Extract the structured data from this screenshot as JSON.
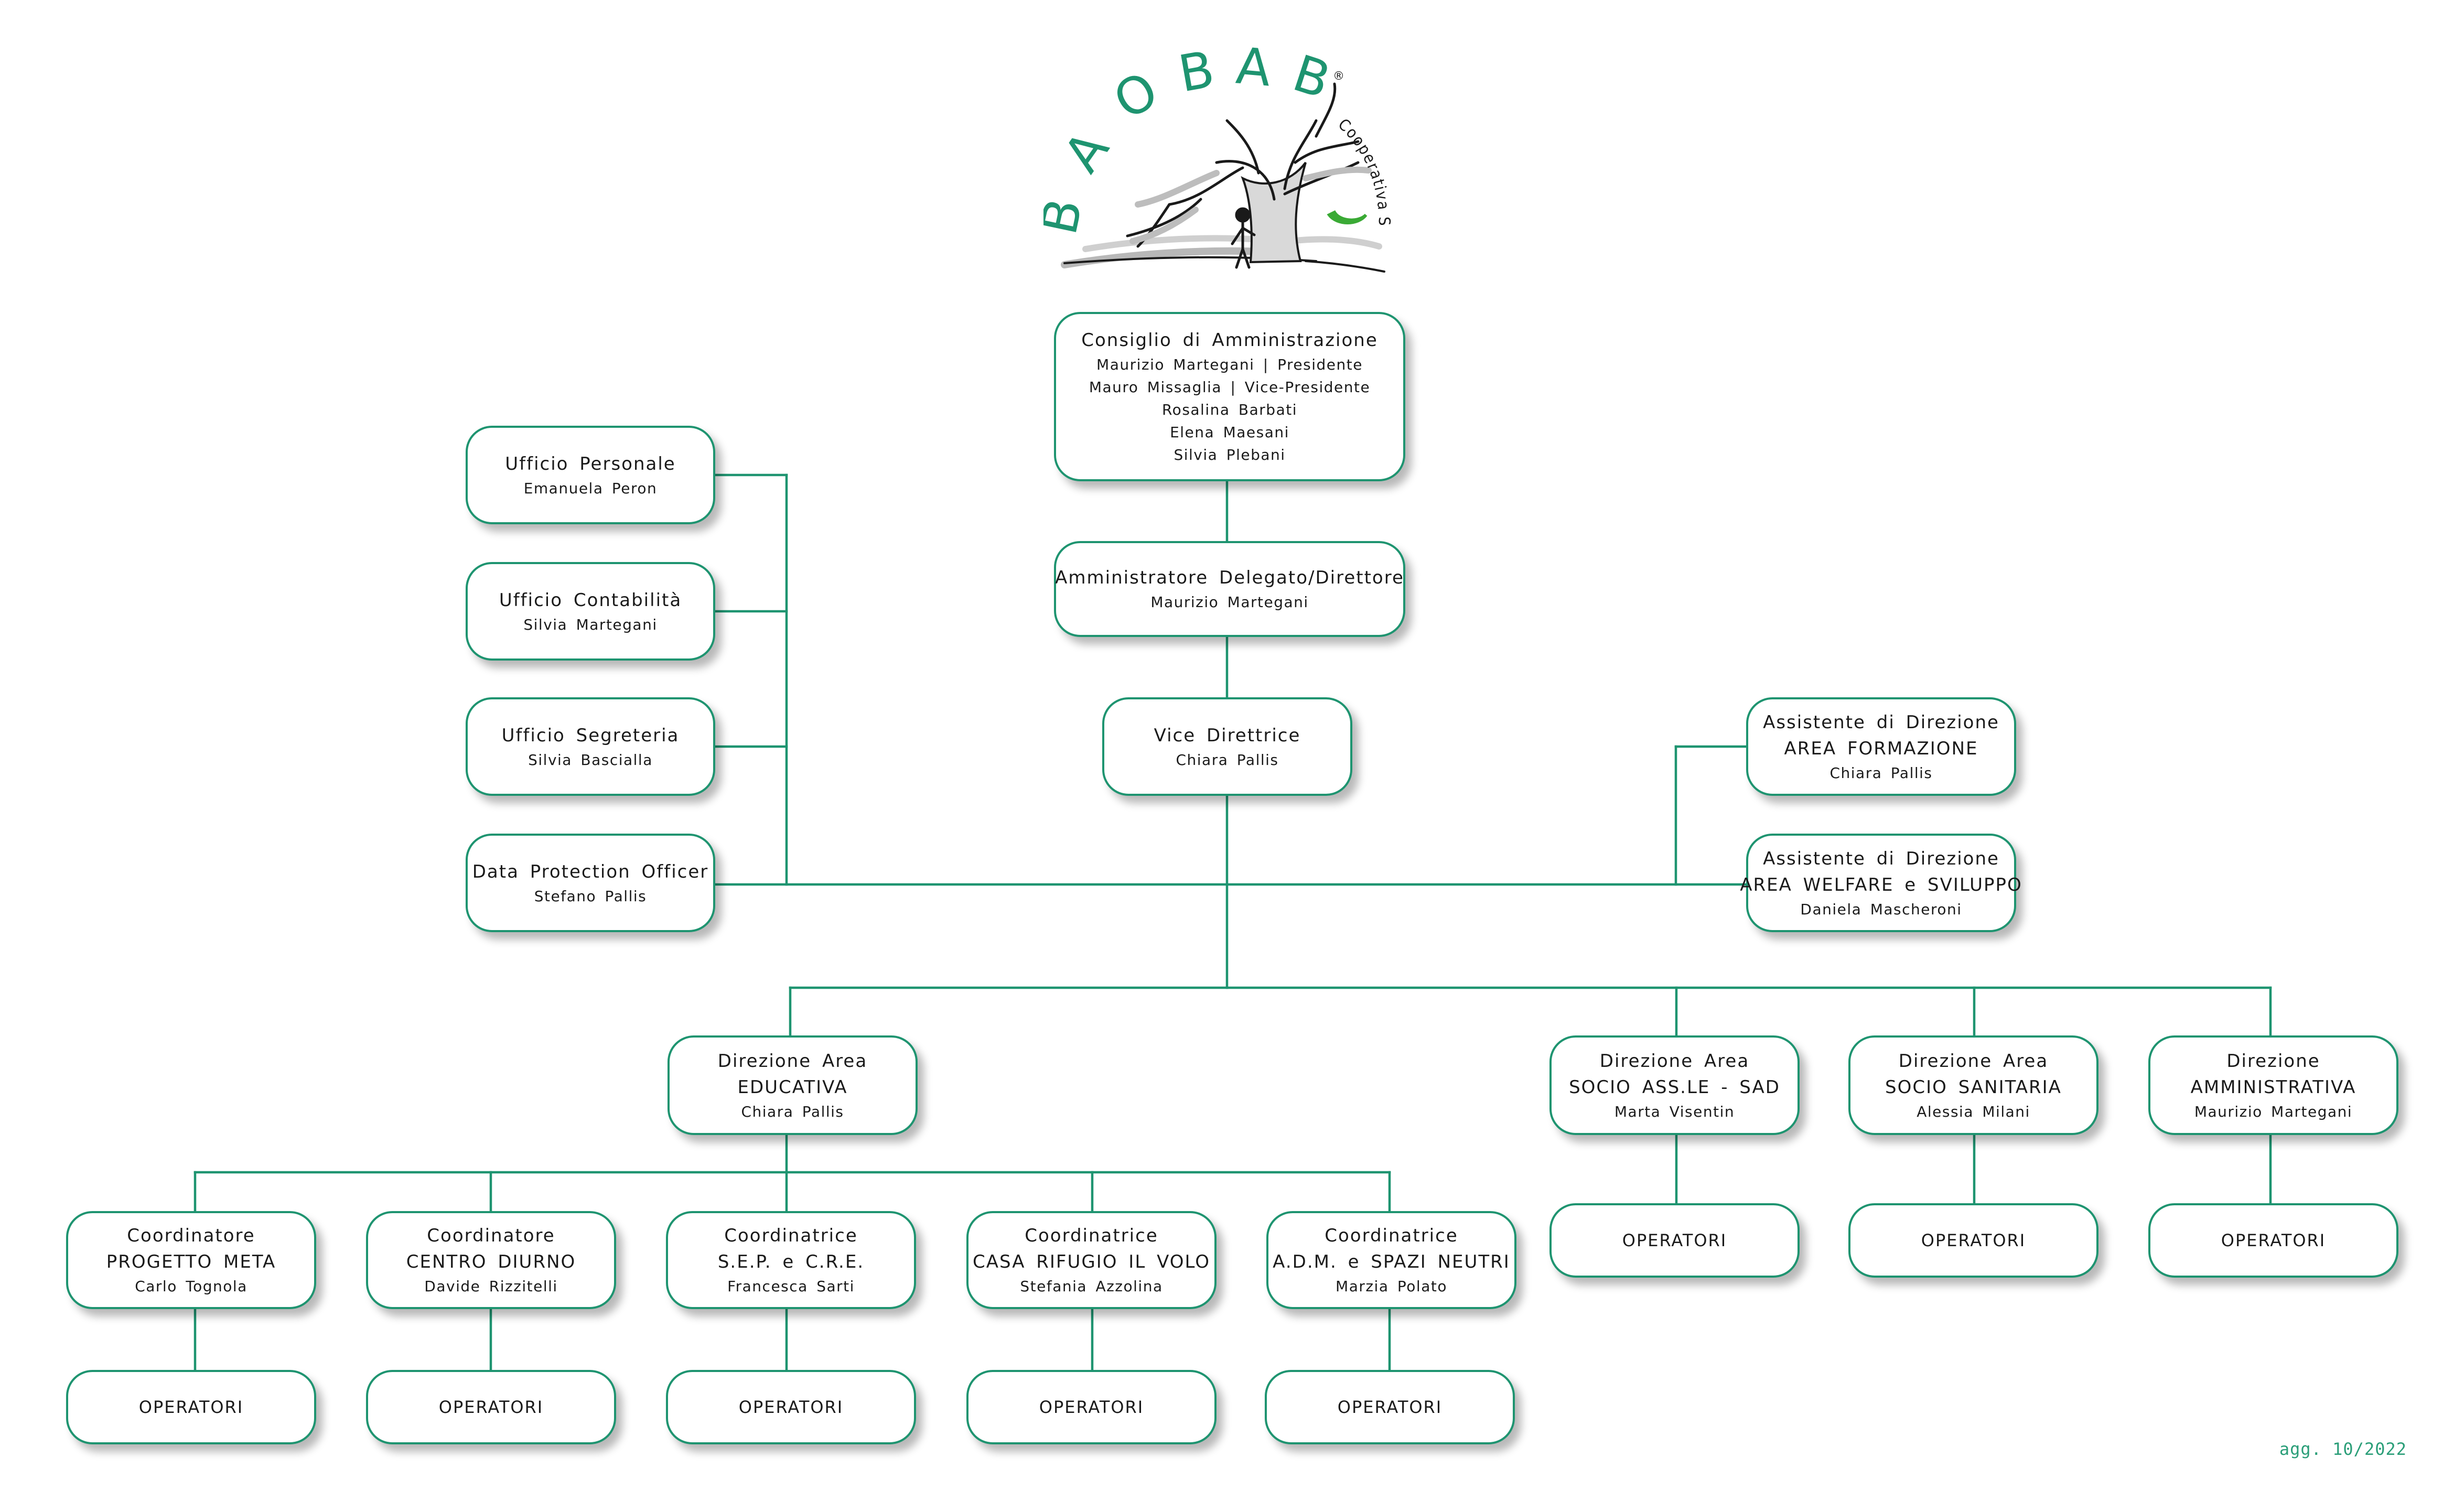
{
  "logo": {
    "letters": [
      "B",
      "A",
      "O",
      "B",
      "A",
      "B"
    ],
    "registered": "®",
    "subtitle": "Cooperativa Sociale",
    "brand_color": "#1e9470",
    "accent_color": "#3aaa35"
  },
  "board": {
    "title": "Consiglio di Amministrazione",
    "members": [
      "Maurizio Martegani | Presidente",
      "Mauro Missaglia | Vice-Presidente",
      "Rosalina Barbati",
      "Elena Maesani",
      "Silvia Plebani"
    ]
  },
  "ceo": {
    "title": "Amministratore Delegato/Direttore",
    "name": "Maurizio Martegani"
  },
  "vice": {
    "title": "Vice Direttrice",
    "name": "Chiara Pallis"
  },
  "offices": [
    {
      "title": "Ufficio Personale",
      "name": "Emanuela Peron"
    },
    {
      "title": "Ufficio Contabilità",
      "name": "Silvia Martegani"
    },
    {
      "title": "Ufficio Segreteria",
      "name": "Silvia Bascialla"
    },
    {
      "title": "Data Protection Officer",
      "name": "Stefano Pallis"
    }
  ],
  "assistants": [
    {
      "line1": "Assistente di Direzione",
      "line2": "AREA FORMAZIONE",
      "name": "Chiara Pallis"
    },
    {
      "line1": "Assistente di Direzione",
      "line2": "AREA WELFARE e SVILUPPO",
      "name": "Daniela Mascheroni"
    }
  ],
  "areas": [
    {
      "line1": "Direzione Area",
      "line2": "EDUCATIVA",
      "name": "Chiara Pallis"
    },
    {
      "line1": "Direzione Area",
      "line2": "SOCIO ASS.LE - SAD",
      "name": "Marta Visentin"
    },
    {
      "line1": "Direzione Area",
      "line2": "SOCIO SANITARIA",
      "name": "Alessia Milani"
    },
    {
      "line1": "Direzione",
      "line2": "AMMINISTRATIVA",
      "name": "Maurizio Martegani"
    }
  ],
  "coordinators": [
    {
      "line1": "Coordinatore",
      "line2": "PROGETTO META",
      "name": "Carlo Tognola"
    },
    {
      "line1": "Coordinatore",
      "line2": "CENTRO DIURNO",
      "name": "Davide Rizzitelli"
    },
    {
      "line1": "Coordinatrice",
      "line2": "S.E.P. e C.R.E.",
      "name": "Francesca Sarti"
    },
    {
      "line1": "Coordinatrice",
      "line2": "CASA RIFUGIO IL VOLO",
      "name": "Stefania Azzolina"
    },
    {
      "line1": "Coordinatrice",
      "line2": "A.D.M. e SPAZI NEUTRI",
      "name": "Marzia Polato"
    }
  ],
  "operators_label": "OPERATORI",
  "update": "agg. 10/2022",
  "colors": {
    "line": "#1e9470",
    "border": "#1e9470",
    "text": "#1a1a1a",
    "update": "#2a9e78"
  }
}
